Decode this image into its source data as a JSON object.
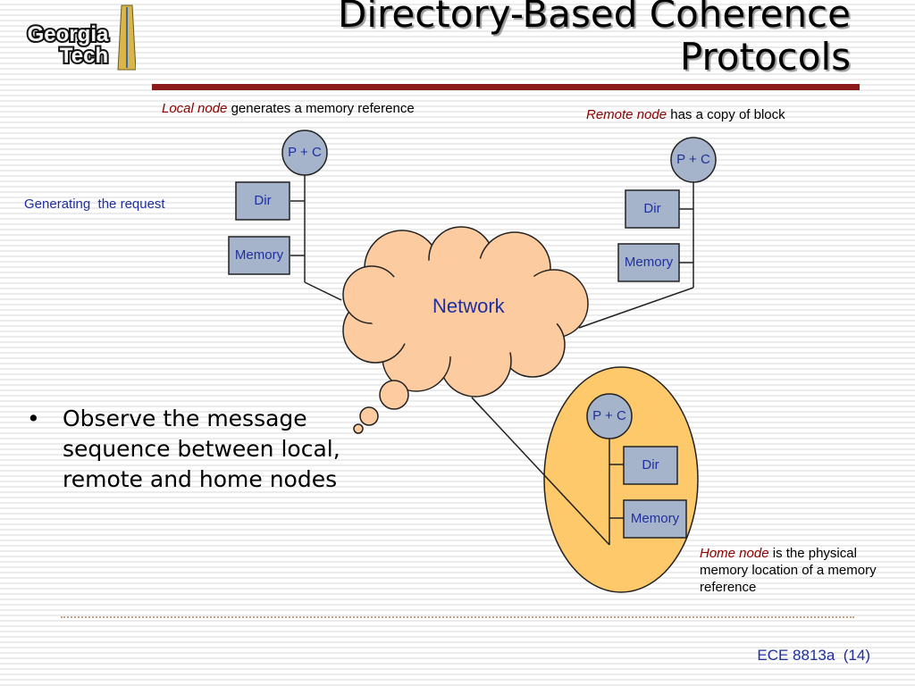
{
  "slide": {
    "title_line1": "Directory-Based Coherence",
    "title_line2": "Protocols",
    "logo": {
      "line1": "Georgia",
      "line2": "Tech"
    },
    "local_node_caption": {
      "em": "Local node",
      "rest": " generates a memory reference"
    },
    "remote_node_caption": {
      "em": "Remote node",
      "rest": " has a copy of block"
    },
    "home_node_caption": {
      "em": "Home node",
      "rest": " is the physical memory location of a memory reference"
    },
    "generating_request": "Generating  the request",
    "network_label": "Network",
    "local_node": {
      "pc": "P + C",
      "dir": "Dir",
      "memory": "Memory"
    },
    "remote_node": {
      "pc": "P + C",
      "dir": "Dir",
      "memory": "Memory"
    },
    "home_node": {
      "pc": "P + C",
      "dir": "Dir",
      "memory": "Memory"
    },
    "bullet": {
      "symbol": "•",
      "text": "Observe the message sequence between local, remote and home nodes"
    },
    "footer": "ECE 8813a  (14)"
  },
  "colors": {
    "title_bar": "#8b1a1a",
    "box_fill": "#a6b4cb",
    "cloud_fill": "#fccb9f",
    "home_oval_fill": "#fdc96a",
    "text_blue": "#1f2f9f",
    "emphasis_red": "#8b0000"
  }
}
